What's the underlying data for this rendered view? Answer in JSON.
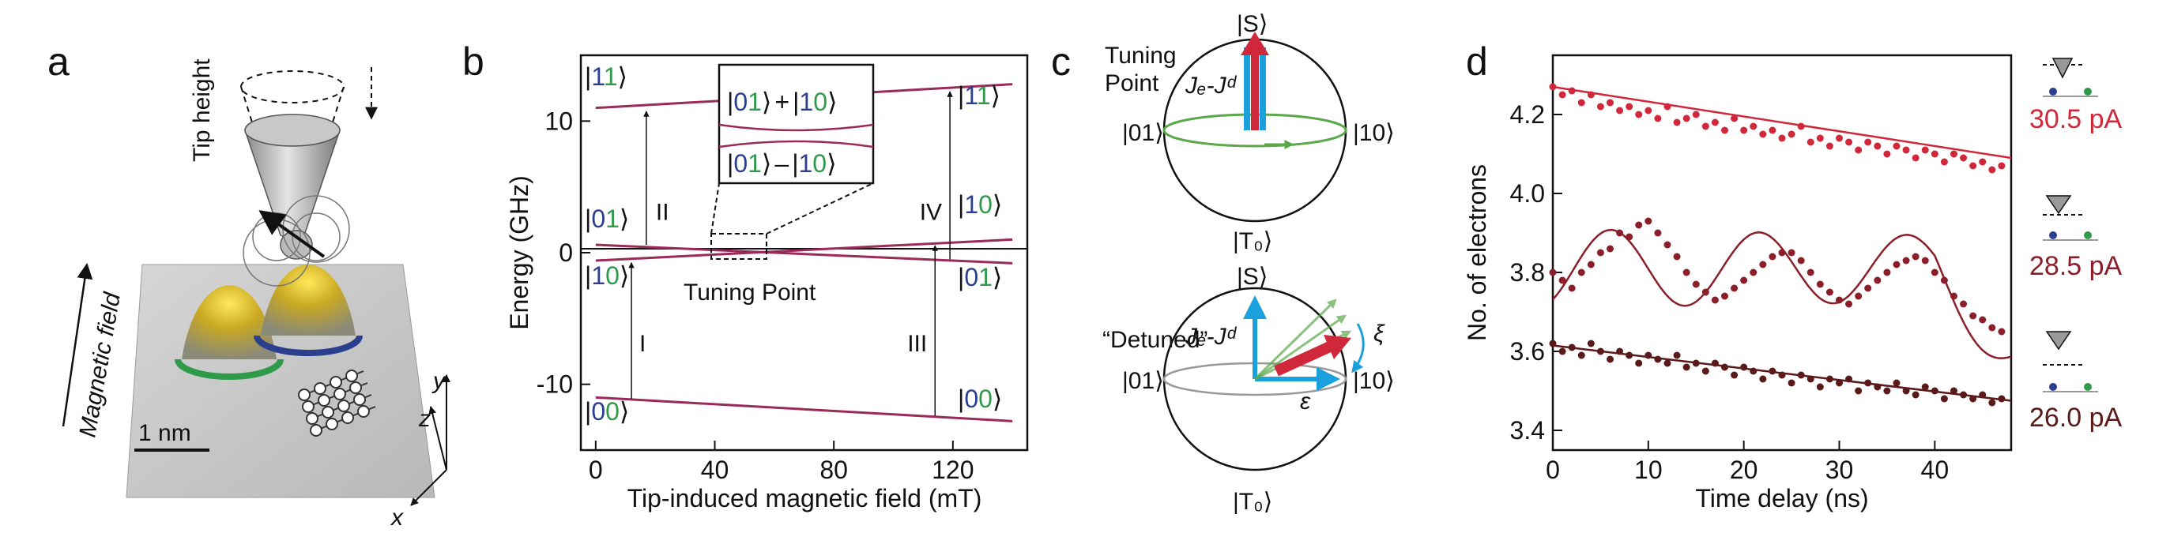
{
  "colors": {
    "purple_line": "#9a2a5a",
    "red": "#d0283a",
    "dark_red": "#8a1f2a",
    "darker_red": "#5a1a1a",
    "blue": "#2c3f8f",
    "green": "#2e9a4a",
    "cyan": "#1aa0dc",
    "gold": "#e9c417"
  },
  "panel_a": {
    "letter": "a",
    "tip_height_label": "Tip height",
    "magnetic_field_label": "Magnetic field",
    "scale_bar_label": "1 nm",
    "axis_y": "y",
    "axis_z": "z",
    "axis_x": "x"
  },
  "panel_b": {
    "letter": "b",
    "xlabel": "Tip-induced magnetic field (mT)",
    "ylabel": "Energy (GHz)",
    "tuning_point_label": "Tuning Point",
    "roman": [
      "I",
      "II",
      "III",
      "IV"
    ],
    "inset_plus": "+",
    "inset_minus": "–",
    "ket_open": "|",
    "ket_close": "⟩",
    "digit_0": "0",
    "digit_1": "1"
  },
  "panel_c": {
    "letter": "c",
    "tuning_point_line1": "Tuning",
    "tuning_point_line2": "Point",
    "detuned_label": "“Detuned”",
    "ket_S": "|S⟩",
    "ket_T0": "|T₀⟩",
    "ket_01": "|01⟩",
    "ket_10": "|10⟩",
    "coupling": "Jₑ-Jᵈ",
    "epsilon": "ε",
    "xi": "ξ"
  },
  "panel_d": {
    "letter": "d",
    "currents": [
      "30.5 pA",
      "28.5 pA",
      "26.0 pA"
    ]
  },
  "chart_data": [
    {
      "type": "line",
      "panel": "b",
      "xlabel": "Tip-induced magnetic field (mT)",
      "ylabel": "Energy (GHz)",
      "xlim": [
        -5,
        145
      ],
      "ylim": [
        -15,
        15
      ],
      "xticks": [
        0,
        40,
        80,
        120
      ],
      "yticks": [
        -10,
        0,
        10
      ],
      "grid": false,
      "series": [
        {
          "x": [
            0,
            140
          ],
          "y": [
            11.0,
            12.8
          ]
        },
        {
          "x": [
            0,
            140
          ],
          "y": [
            0.6,
            -0.8
          ]
        },
        {
          "x": [
            0,
            140
          ],
          "y": [
            -0.6,
            1.0
          ]
        },
        {
          "x": [
            0,
            140
          ],
          "y": [
            -11.0,
            -12.8
          ]
        }
      ],
      "transitions": [
        {
          "label": "I",
          "x": 12
        },
        {
          "label": "II",
          "x": 17
        },
        {
          "label": "III",
          "x": 114
        },
        {
          "label": "IV",
          "x": 119
        }
      ]
    },
    {
      "type": "scatter",
      "panel": "d",
      "xlabel": "Time delay (ns)",
      "ylabel": "No. of electrons",
      "xlim": [
        0,
        48
      ],
      "ylim": [
        3.35,
        4.35
      ],
      "xticks": [
        0,
        10,
        20,
        30,
        40
      ],
      "yticks": [
        3.4,
        3.6,
        3.8,
        4.0,
        4.2
      ],
      "grid": false,
      "series": [
        {
          "x": [
            0,
            1,
            2,
            3,
            4,
            5,
            6,
            7,
            8,
            9,
            10,
            11,
            12,
            13,
            14,
            15,
            16,
            17,
            18,
            19,
            20,
            21,
            22,
            23,
            24,
            25,
            26,
            27,
            28,
            29,
            30,
            31,
            32,
            33,
            34,
            35,
            36,
            37,
            38,
            39,
            40,
            41,
            42,
            43,
            44,
            45,
            46,
            47
          ],
          "y": [
            4.27,
            4.25,
            4.26,
            4.23,
            4.25,
            4.22,
            4.23,
            4.21,
            4.22,
            4.2,
            4.21,
            4.19,
            4.22,
            4.18,
            4.19,
            4.2,
            4.17,
            4.18,
            4.16,
            4.19,
            4.16,
            4.17,
            4.15,
            4.16,
            4.14,
            4.15,
            4.17,
            4.13,
            4.14,
            4.12,
            4.14,
            4.13,
            4.11,
            4.13,
            4.12,
            4.1,
            4.12,
            4.11,
            4.09,
            4.11,
            4.1,
            4.08,
            4.1,
            4.09,
            4.07,
            4.08,
            4.06,
            4.07
          ],
          "fit": {
            "x": [
              0,
              48
            ],
            "y": [
              4.27,
              4.09
            ]
          }
        },
        {
          "x": [
            0,
            1,
            2,
            3,
            4,
            5,
            6,
            7,
            8,
            9,
            10,
            11,
            12,
            13,
            14,
            15,
            16,
            17,
            18,
            19,
            20,
            21,
            22,
            23,
            24,
            25,
            26,
            27,
            28,
            29,
            30,
            31,
            32,
            33,
            34,
            35,
            36,
            37,
            38,
            39,
            40,
            41,
            42,
            43,
            44,
            45,
            46,
            47
          ],
          "y": [
            3.8,
            3.78,
            3.76,
            3.8,
            3.82,
            3.85,
            3.86,
            3.9,
            3.89,
            3.92,
            3.93,
            3.9,
            3.87,
            3.84,
            3.8,
            3.77,
            3.75,
            3.73,
            3.74,
            3.76,
            3.78,
            3.8,
            3.82,
            3.84,
            3.85,
            3.85,
            3.83,
            3.8,
            3.77,
            3.75,
            3.73,
            3.72,
            3.74,
            3.76,
            3.78,
            3.8,
            3.82,
            3.83,
            3.84,
            3.83,
            3.8,
            3.78,
            3.74,
            3.72,
            3.69,
            3.68,
            3.66,
            3.65
          ],
          "fit": {
            "offset": 3.81,
            "amplitude": 0.1,
            "period": 15.5,
            "phase_ns": 6.1,
            "decay": 0.05
          }
        },
        {
          "x": [
            0,
            1,
            2,
            3,
            4,
            5,
            6,
            7,
            8,
            9,
            10,
            11,
            12,
            13,
            14,
            15,
            16,
            17,
            18,
            19,
            20,
            21,
            22,
            23,
            24,
            25,
            26,
            27,
            28,
            29,
            30,
            31,
            32,
            33,
            34,
            35,
            36,
            37,
            38,
            39,
            40,
            41,
            42,
            43,
            44,
            45,
            46,
            47
          ],
          "y": [
            3.62,
            3.6,
            3.61,
            3.59,
            3.62,
            3.6,
            3.58,
            3.6,
            3.59,
            3.57,
            3.59,
            3.58,
            3.57,
            3.59,
            3.56,
            3.57,
            3.55,
            3.57,
            3.56,
            3.54,
            3.56,
            3.55,
            3.53,
            3.55,
            3.54,
            3.52,
            3.54,
            3.53,
            3.51,
            3.53,
            3.52,
            3.53,
            3.5,
            3.52,
            3.51,
            3.5,
            3.52,
            3.5,
            3.49,
            3.51,
            3.5,
            3.48,
            3.5,
            3.49,
            3.48,
            3.49,
            3.47,
            3.48
          ],
          "fit": {
            "x": [
              0,
              48
            ],
            "y": [
              3.615,
              3.475
            ]
          }
        }
      ]
    }
  ]
}
